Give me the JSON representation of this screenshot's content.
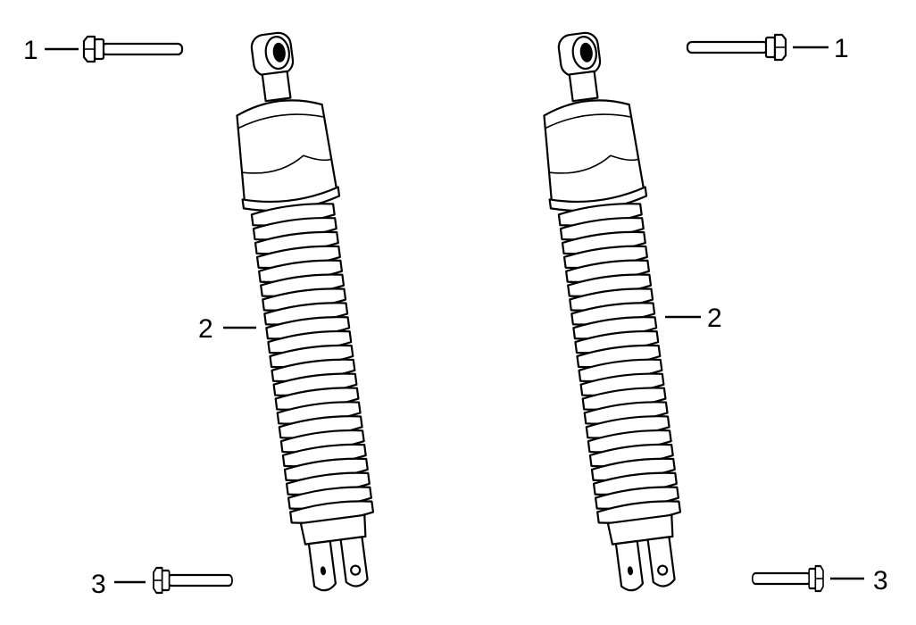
{
  "diagram": {
    "callouts": [
      {
        "id": "top-left",
        "label": "1"
      },
      {
        "id": "top-right",
        "label": "1"
      },
      {
        "id": "mid-left",
        "label": "2"
      },
      {
        "id": "mid-right",
        "label": "2"
      },
      {
        "id": "bottom-left",
        "label": "3"
      },
      {
        "id": "bottom-right",
        "label": "3"
      }
    ],
    "colors": {
      "line": "#000000",
      "background": "#ffffff"
    }
  }
}
